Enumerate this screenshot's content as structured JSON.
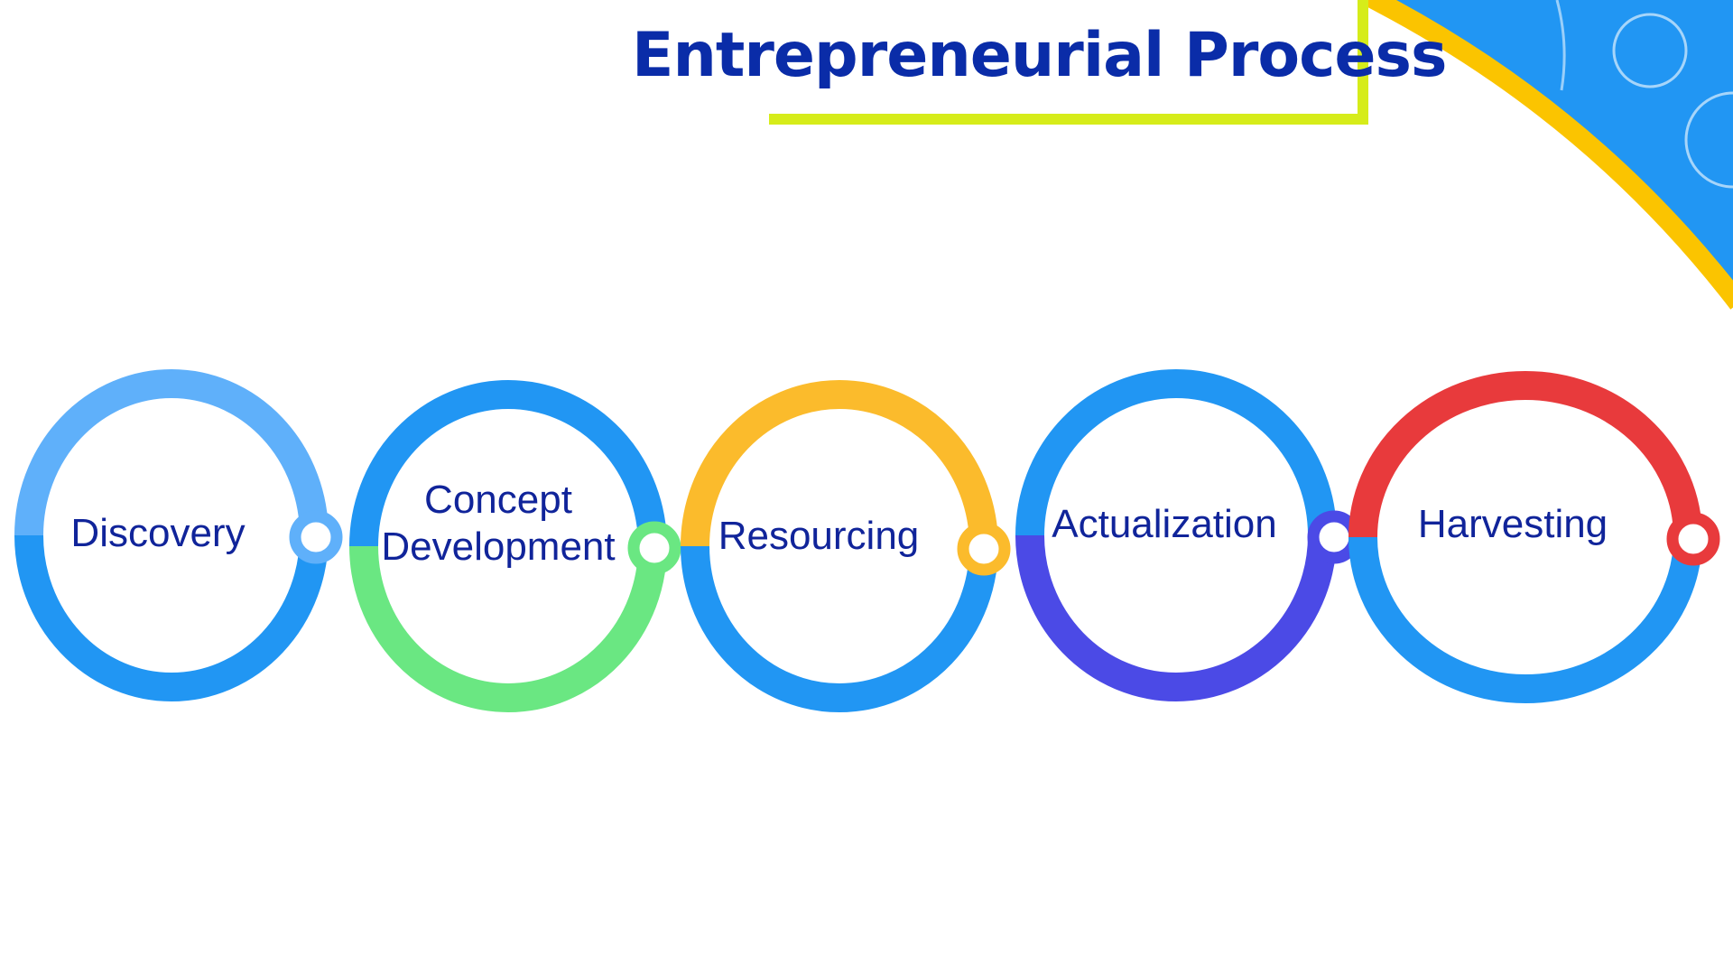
{
  "title": "Entrepreneurial Process",
  "stages": [
    {
      "label_lines": [
        "Discovery"
      ],
      "top_color": "#5fb0fa",
      "bottom_color": "#2196f3",
      "node_color": "#5fb0fa"
    },
    {
      "label_lines": [
        "Concept",
        "Development"
      ],
      "top_color": "#2196f3",
      "bottom_color": "#6ae782",
      "node_color": "#6ae782"
    },
    {
      "label_lines": [
        "Resourcing"
      ],
      "top_color": "#fbbb2c",
      "bottom_color": "#2196f3",
      "node_color": "#fbbb2c"
    },
    {
      "label_lines": [
        "Actualization"
      ],
      "top_color": "#2196f3",
      "bottom_color": "#4b4ae6",
      "node_color": "#4b4ae6"
    },
    {
      "label_lines": [
        "Harvesting"
      ],
      "top_color": "#e83a3c",
      "bottom_color": "#2196f3",
      "node_color": "#e83a3c"
    }
  ],
  "colors": {
    "title": "#0a2ca8",
    "bracket": "#d6ec1a",
    "corner_blue": "#2196f3",
    "corner_yellow": "#fbc400"
  }
}
